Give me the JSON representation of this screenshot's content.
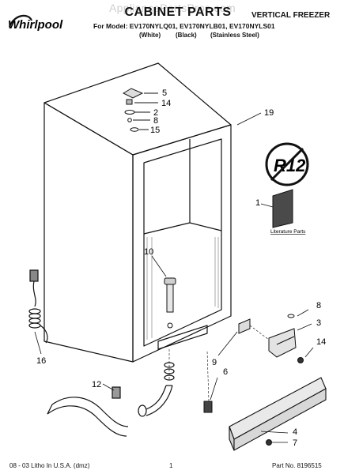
{
  "header": {
    "brand": "Whirlpool",
    "watermark": "AppliancePartsPros.com",
    "title": "CABINET PARTS",
    "subtitle": "VERTICAL FREEZER",
    "model_line": "For Model: EV170NYLQ01, EV170NYLB01, EV170NYLS01",
    "variants": [
      "(White)",
      "(Black)",
      "(Stainless Steel)"
    ]
  },
  "diagram": {
    "callouts": [
      "5",
      "14",
      "2",
      "8",
      "15",
      "19",
      "1",
      "10",
      "8",
      "3",
      "14",
      "9",
      "6",
      "16",
      "12",
      "4",
      "7"
    ],
    "badge": "R12",
    "literature_label": "Literature Parts"
  },
  "footer": {
    "left": "08 - 03 Litho In U.S.A. (dmz)",
    "page": "1",
    "part_no": "Part No. 8196515"
  }
}
